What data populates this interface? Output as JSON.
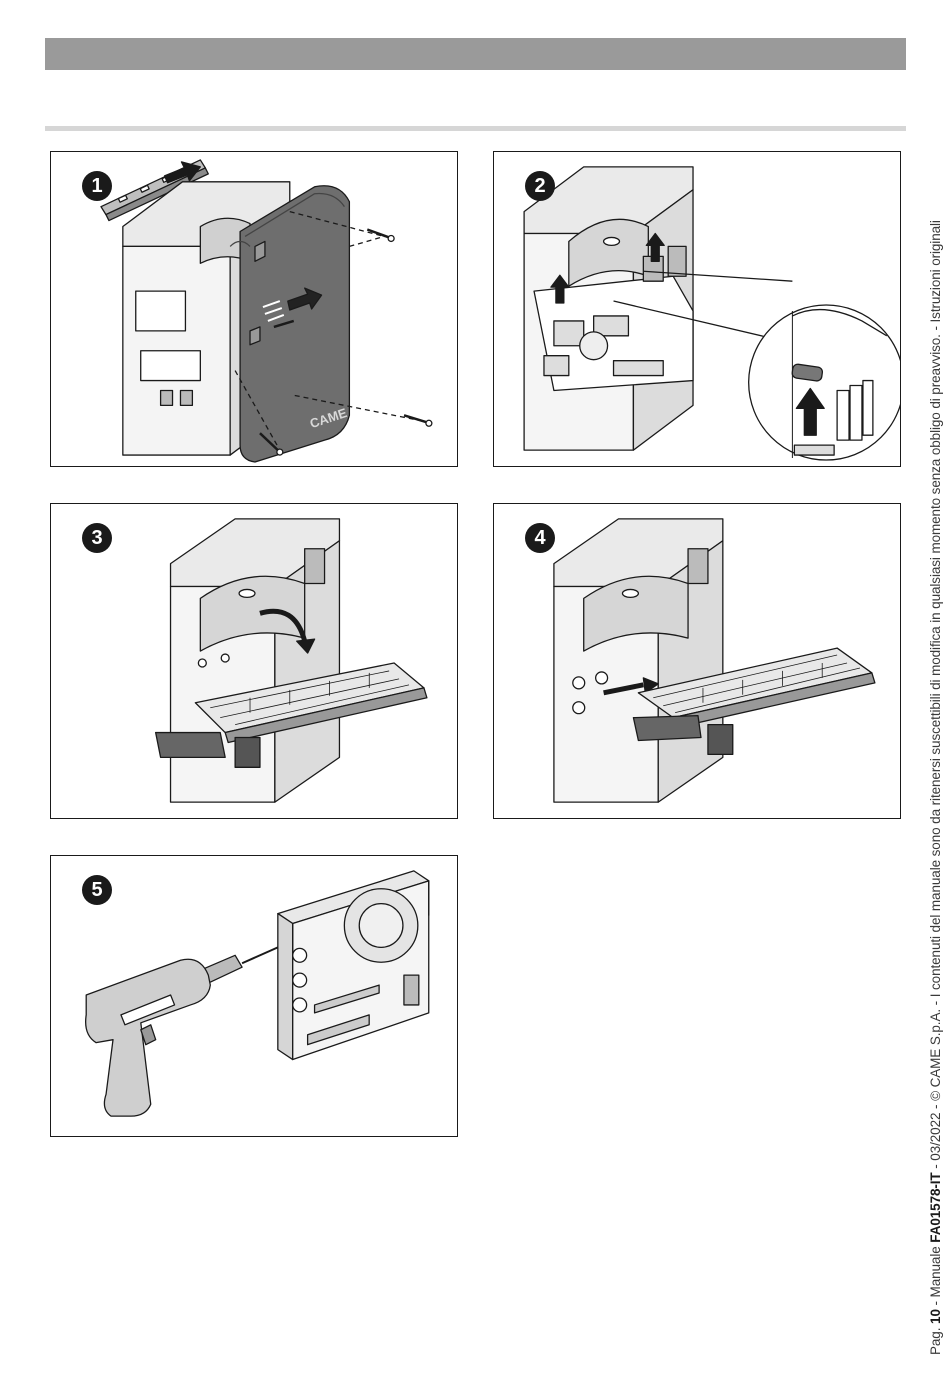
{
  "steps": [
    {
      "number": "1"
    },
    {
      "number": "2"
    },
    {
      "number": "3"
    },
    {
      "number": "4"
    },
    {
      "number": "5"
    }
  ],
  "illustration_labels": {
    "brand_on_cover": "CAME"
  },
  "footer": {
    "page_prefix": "Pag. ",
    "page_number": "10",
    "manual_prefix": " - Manuale ",
    "manual_code": "FA01578-IT",
    "rest": "  - 03/2022 - © CAME S.p.A. - I contenuti del manuale sono da ritenersi suscettibili di modifica in qualsiasi momento senza obbligo di preavviso. - Istruzioni originali"
  },
  "colors": {
    "header_bar": "#9a9a9a",
    "rule": "#d6d6d6",
    "ink": "#1a1a1a",
    "cover": "#6e6e6e"
  }
}
